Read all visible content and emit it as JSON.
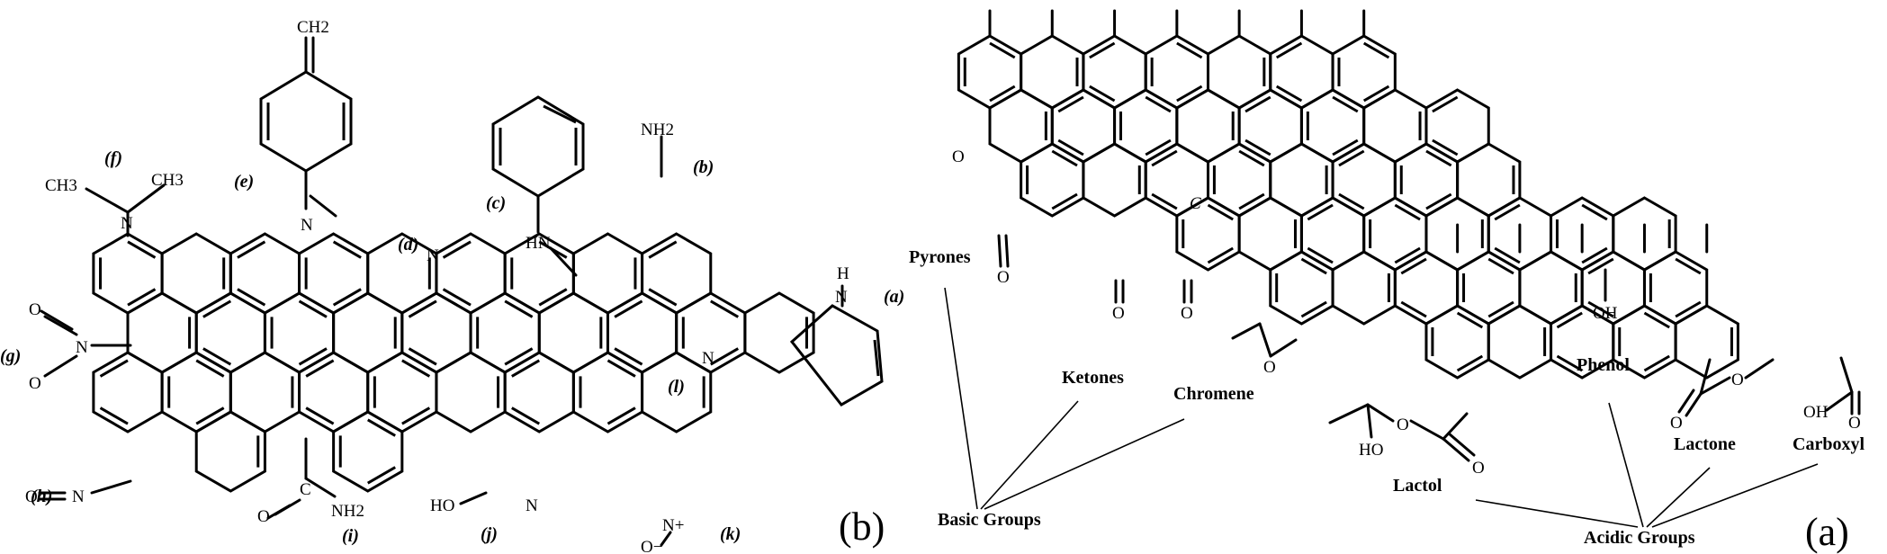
{
  "panels": {
    "left": "(b)",
    "right": "(a)"
  },
  "group_headers": {
    "basic": "Basic Groups",
    "acidic": "Acidic Groups"
  },
  "basic_groups": [
    "Pyrones",
    "Ketones",
    "Chromene"
  ],
  "acidic_groups": [
    "Lactol",
    "Phenol",
    "Lactone",
    "Carboxyl"
  ],
  "center_letter": "C",
  "tags_b": [
    "(a)",
    "(b)",
    "(c)",
    "(d)",
    "(e)",
    "(f)",
    "(g)",
    "(h)",
    "(i)",
    "(j)",
    "(k)",
    "(l)"
  ],
  "atoms_b": {
    "nh2_top": "NH2",
    "hn": "HN",
    "n_pyridine": "N",
    "n_quinone": "N",
    "ch2": "CH2",
    "n_amine": "N",
    "ch3_a": "CH3",
    "ch3_b": "CH3",
    "n_nitro": "N",
    "o_nitro_1": "O",
    "o_nitro_2": "O",
    "n_nitroso": "N",
    "o_nitroso": "O",
    "c_amide": "C",
    "o_amide": "O",
    "nh2_amide": "NH2",
    "ho_pyridone": "HO",
    "n_pyridone": "N",
    "n_oxide": "N+",
    "o_oxide": "O−",
    "n_central": "N",
    "n_pyrrole": "N",
    "h_pyrrole": "H"
  },
  "atoms_a": {
    "o_pyrone_ring": "O",
    "o_pyrone": "O",
    "o_ketone_1": "O",
    "o_ketone_2": "O",
    "o_chromene": "O",
    "ho_lactol": "HO",
    "o_lactol_ring": "O",
    "o_lactol": "O",
    "oh_phenol": "OH",
    "o_lactone_ring": "O",
    "o_lactone": "O",
    "o_carboxyl": "O",
    "oh_carboxyl": "OH"
  }
}
